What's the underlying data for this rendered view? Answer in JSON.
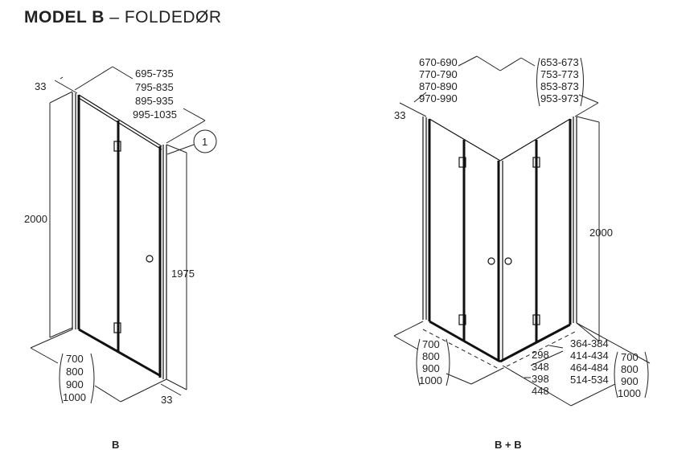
{
  "title": {
    "bold": "MODEL B",
    "separator": "–",
    "light": "FOLDEDØR"
  },
  "drawing_b": {
    "label": "B",
    "top_widths": [
      "695-735",
      "795-835",
      "895-935",
      "995-1035"
    ],
    "post_depth_top": "33",
    "height": "2000",
    "door_height": "1975",
    "callout": "1",
    "bottom_widths": [
      "700",
      "800",
      "900",
      "1000"
    ],
    "post_depth_bottom": "33"
  },
  "drawing_bb": {
    "label": "B + B",
    "top_left_widths": [
      "670-690",
      "770-790",
      "870-890",
      "970-990"
    ],
    "top_right_widths": [
      "653-673",
      "753-773",
      "853-873",
      "953-973"
    ],
    "post_depth": "33",
    "height": "2000",
    "bottom_left_widths": [
      "700",
      "800",
      "900",
      "1000"
    ],
    "door_openings": [
      "298",
      "348",
      "398",
      "448"
    ],
    "panel_widths": [
      "364-384",
      "414-434",
      "464-484",
      "514-534"
    ],
    "bottom_right_widths": [
      "700",
      "800",
      "900",
      "1000"
    ]
  }
}
